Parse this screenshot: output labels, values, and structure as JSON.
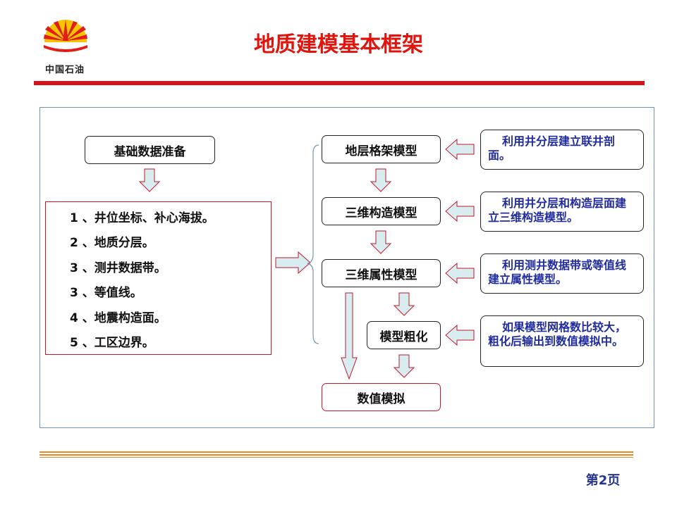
{
  "header": {
    "logo_text": "中国石油",
    "title": "地质建模基本框架"
  },
  "left": {
    "box_label": "基础数据准备",
    "items": [
      "1 、井位坐标、补心海拔。",
      "2 、地质分层。",
      "3 、测井数据带。",
      "3 、等值线。",
      "4 、地震构造面。",
      "5 、工区边界。"
    ]
  },
  "flow": {
    "strata": "地层格架模型",
    "structure": "三维构造模型",
    "property": "三维属性模型",
    "coarsen": "模型粗化",
    "simulation": "数值模拟"
  },
  "notes": {
    "strata": "利用井分层建立联井剖面。",
    "structure": "利用井分层和构造层面建立三维构造模型。",
    "property": "利用测井数据带或等值线建立属性模型。",
    "coarsen": "如果模型网格数比较大，粗化后输出到数值模拟中。"
  },
  "footer": {
    "page": "第2页"
  },
  "colors": {
    "title_red": "#e0140c",
    "bar_red": "#d8121a",
    "note_blue": "#1f2b9e",
    "arrow_fill": "#d7edf0",
    "arrow_stroke": "#c2182a",
    "frame_blue": "#6f95b2",
    "footer_orange": "#e8882a"
  }
}
